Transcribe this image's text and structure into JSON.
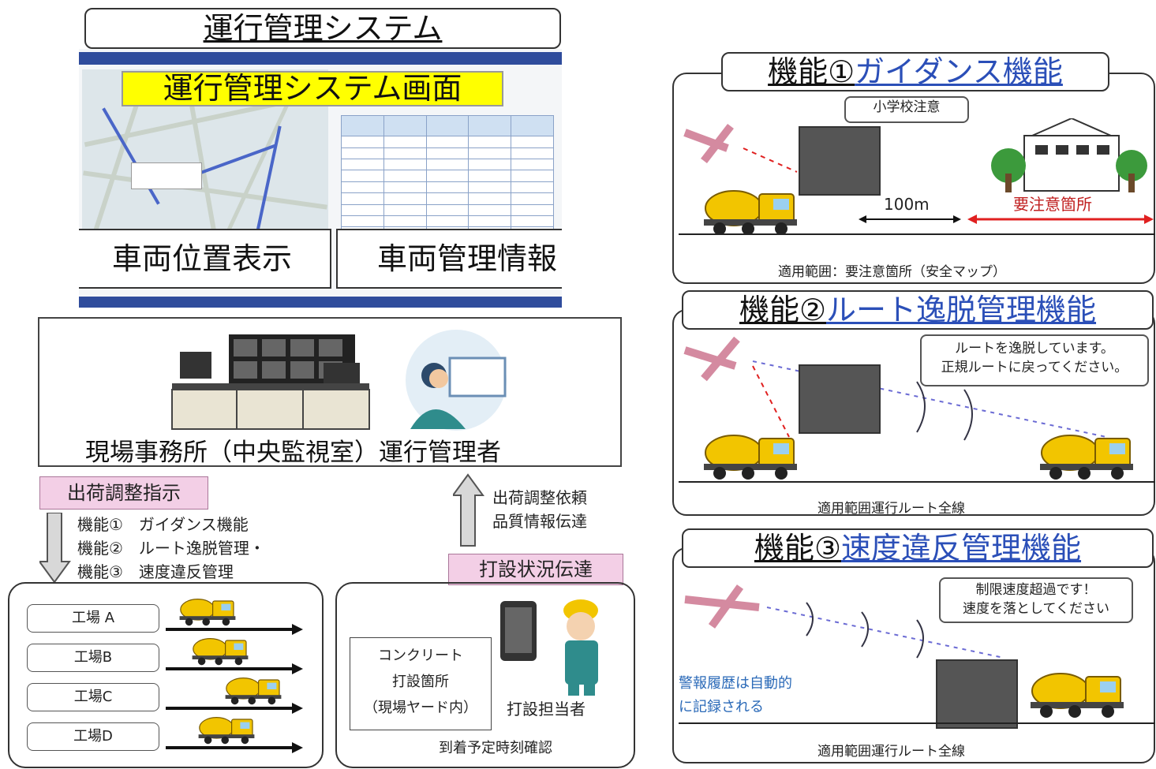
{
  "title": "運行管理システム",
  "screen": {
    "label": "運行管理システム画面",
    "left_label": "車両位置表示",
    "right_label": "車両管理情報"
  },
  "control": {
    "label": "現場事務所（中央監視室）運行管理者"
  },
  "shipping_instruction": {
    "label": "出荷調整指示",
    "items": [
      "機能①　ガイダンス機能",
      "機能②　ルート逸脱管理・",
      "機能③　速度違反管理"
    ]
  },
  "request": {
    "lines": [
      "出荷調整依頼",
      "品質情報伝達"
    ],
    "status_label": "打設状況伝達"
  },
  "factories": [
    "工場 A",
    "工場B",
    "工場C",
    "工場D"
  ],
  "site": {
    "concrete_lines": [
      "コンクリート",
      "打設箇所",
      "（現場ヤード内）"
    ],
    "person_label": "打設担当者",
    "arrival_label": "到着予定時刻確認"
  },
  "panels": [
    {
      "fn": "機能①",
      "name": "ガイダンス機能",
      "bubble": [
        "小学校注意"
      ],
      "distance": "100m",
      "zone": "要注意箇所",
      "range": "適用範囲：要注意箇所（安全マップ）"
    },
    {
      "fn": "機能②",
      "name": "ルート逸脱管理機能",
      "bubble": [
        "ルートを逸脱しています。",
        "正規ルートに戻ってください。"
      ],
      "range": "適用範囲運行ルート全線"
    },
    {
      "fn": "機能③",
      "name": "速度違反管理機能",
      "bubble": [
        "制限速度超過です！",
        "速度を落としてください"
      ],
      "note": [
        "警報履歴は自動的",
        "に記録される"
      ],
      "range": "適用範囲運行ルート全線"
    }
  ],
  "colors": {
    "accent_blue": "#2b4fb8",
    "highlight_yellow": "#ffff00",
    "pink_label": "#f3cfe6",
    "truck_yellow": "#f2c500",
    "warning_red": "#e02020"
  }
}
